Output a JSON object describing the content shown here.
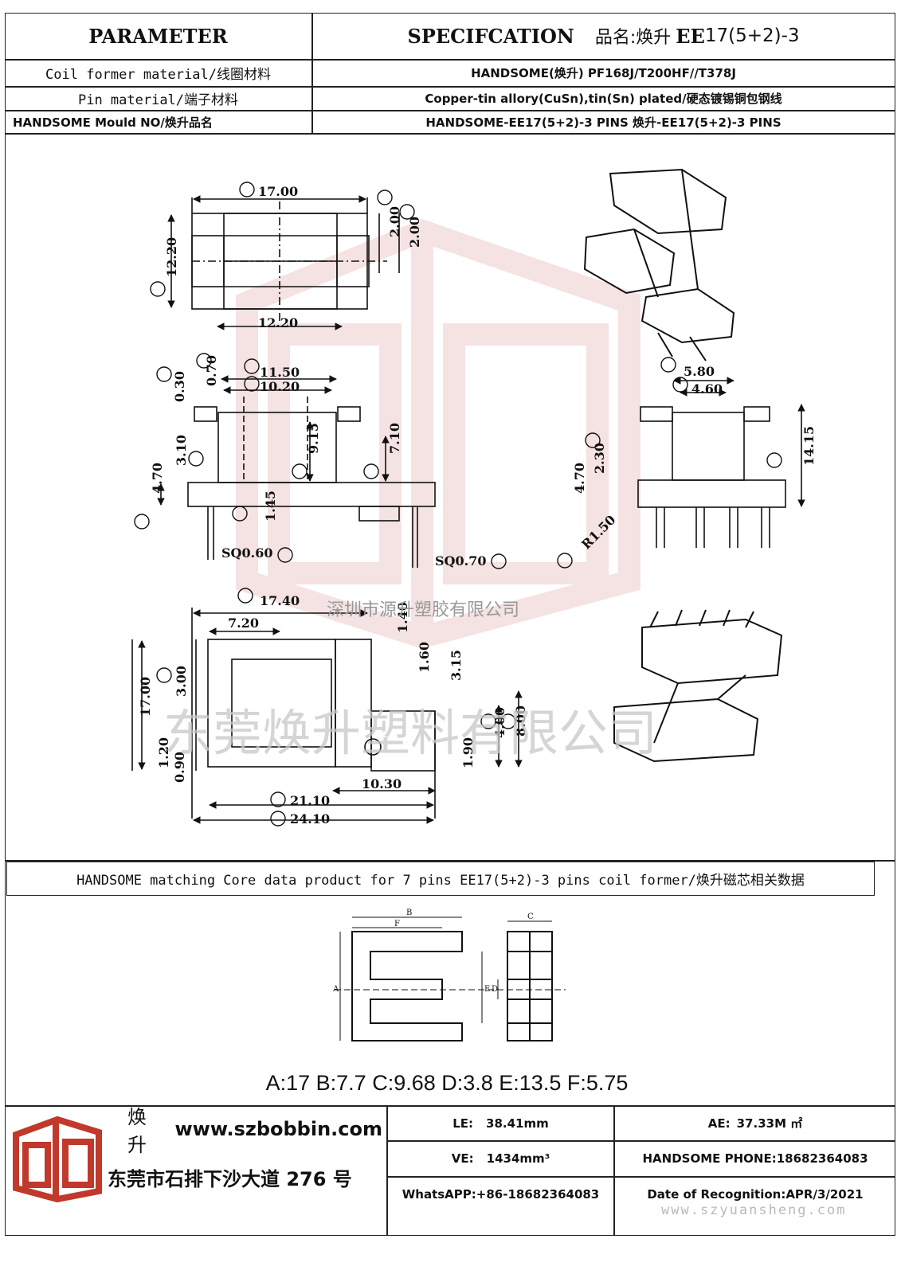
{
  "header": {
    "parameter": "PARAMETER",
    "specification": "SPECIFCATION",
    "product_name_label": "品名:",
    "product_name_brand": "焕升",
    "product_name_model_bold": "EE",
    "product_name_model": "17(5+2)-3"
  },
  "spec_rows": [
    {
      "label": "Coil former material/线圈材料",
      "value": "HANDSOME(焕升)   PF168J/T200HF//T378J"
    },
    {
      "label": "Pin material/端子材料",
      "value": "Copper-tin allory(CuSn),tin(Sn) plated/硬态镀锡铜包钢线"
    },
    {
      "label": "HANDSOME Mould NO/焕升品名",
      "value": "HANDSOME-EE17(5+2)-3 PINS    焕升-EE17(5+2)-3 PINS"
    }
  ],
  "drawing": {
    "dims": {
      "A": "17.00",
      "B": "12.20",
      "C": "2.00",
      "D": "2.00",
      "bottom_width": "12.20",
      "E": "11.50",
      "F": "10.20",
      "G": "0.70",
      "H": "0.30",
      "K": "3.10",
      "L": "4.70",
      "M": "1.45",
      "I": "9.15",
      "J": "7.10",
      "N": "SQ0.60",
      "O": "SQ0.70",
      "P": "5.80",
      "Q": "4.60",
      "S": "2.30",
      "R": "14.15",
      "L2": "4.70",
      "T": "R1.50",
      "U": "17.40",
      "top_7_20": "7.20",
      "V": "3.00",
      "height_17": "17.00",
      "d_1_20": "1.20",
      "d_0_90": "0.90",
      "d_1_40": "1.40",
      "d_1_60": "1.60",
      "d_3_15": "3.15",
      "W": "4.00",
      "X": "8.00",
      "d_1_90": "1.90",
      "d_10_30": "10.30",
      "Y": "21.10",
      "Z": "24.10"
    },
    "company_watermark_small": "深圳市源升塑胶有限公司",
    "company_watermark_large": "东莞焕升塑料有限公司"
  },
  "core_section": {
    "title": "HANDSOME matching Core data  product for 7 pins EE17(5+2)-3 pins coil former/焕升磁芯相关数据",
    "core_labels": {
      "A": "A",
      "B": "B",
      "C": "C",
      "D": "D",
      "E": "E",
      "F": "F"
    },
    "dimensions_text": "A:17 B:7.7 C:9.68 D:3.8 E:13.5 F:5.75"
  },
  "footer": {
    "brand": "焕升",
    "website": "www.szbobbin.com",
    "address": "东莞市石排下沙大道 276 号",
    "le_label": "LE:",
    "le_value": "38.41mm",
    "ae_label": "AE:",
    "ae_value": "37.33M ㎡",
    "ve_label": "VE:",
    "ve_value": "1434mm³",
    "phone": "HANDSOME PHONE:18682364083",
    "whatsapp": "WhatsAPP:+86-18682364083",
    "date": "Date of Recognition:APR/3/2021",
    "watermark_url": "www.szyuansheng.com"
  },
  "colors": {
    "border": "#222222",
    "accent_red": "#c0392b",
    "watermark": "#e8c9c9"
  }
}
